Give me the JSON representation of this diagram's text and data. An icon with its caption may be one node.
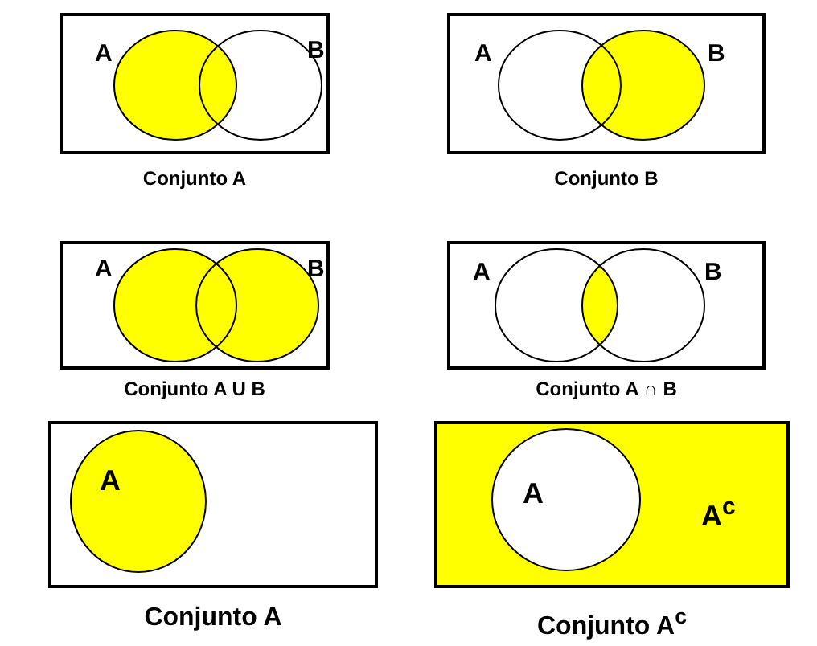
{
  "diagram": {
    "nodes": [
      {
        "text": [],
        "shape": "box",
        "beside": [
          "Conjunto A"
        ]
      },
      {
        "text": [
          "A"
        ],
        "in": 0
      },
      {
        "text": [
          "B"
        ],
        "in": 0
      },
      {
        "text": [],
        "shape": "box",
        "beside": [
          "Conjunto B"
        ]
      },
      {
        "text": [
          "A"
        ],
        "in": 3
      },
      {
        "text": [
          "B"
        ],
        "in": 3
      },
      {
        "text": [],
        "shape": "box",
        "beside": [
          "Conjunto A U B"
        ]
      },
      {
        "text": [
          "A"
        ],
        "in": 6
      },
      {
        "text": [
          "B"
        ],
        "in": 6
      },
      {
        "text": [],
        "shape": "box",
        "beside": [
          "Conjunto A ∩ B"
        ]
      },
      {
        "text": [
          "A"
        ],
        "in": 9
      },
      {
        "text": [
          "B"
        ],
        "in": 9
      },
      {
        "text": [],
        "shape": "box",
        "beside": [
          "Conjunto A"
        ]
      },
      {
        "text": [
          "A"
        ],
        "in": 12
      },
      {
        "text": [
          "A$^{c}$"
        ],
        "beside": [
          "Conjunto A$^{c}$"
        ]
      },
      {
        "text": [
          "A"
        ],
        "in": 14
      }
    ]
  }
}
